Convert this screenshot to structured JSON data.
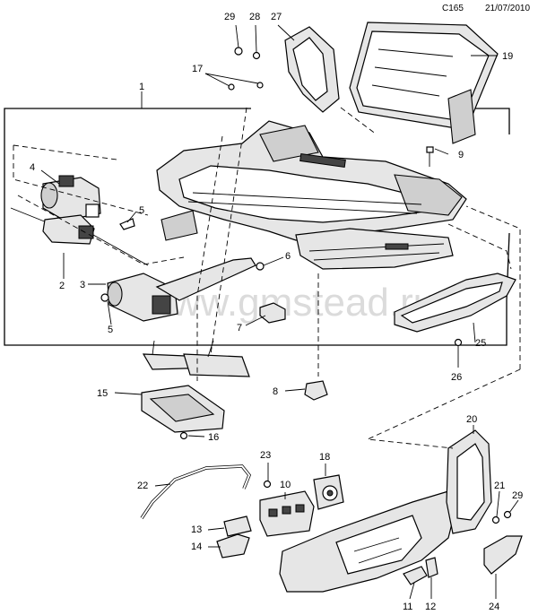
{
  "header": {
    "code": "C165",
    "date": "21/07/2010"
  },
  "watermark": "www.gmstead.ru",
  "callouts": {
    "c1": "1",
    "c2": "2",
    "c3": "3",
    "c4": "4",
    "c5a": "5",
    "c5b": "5",
    "c6": "6",
    "c7": "7",
    "c8": "8",
    "c9": "9",
    "c10": "10",
    "c11": "11",
    "c12": "12",
    "c13": "13",
    "c14": "14",
    "c15": "15",
    "c16": "16",
    "c17": "17",
    "c18": "18",
    "c19": "19",
    "c20": "20",
    "c21": "21",
    "c22": "22",
    "c23": "23",
    "c24": "24",
    "c25": "25",
    "c26": "26",
    "c27": "27",
    "c28": "28",
    "c29a": "29",
    "c29b": "29"
  }
}
